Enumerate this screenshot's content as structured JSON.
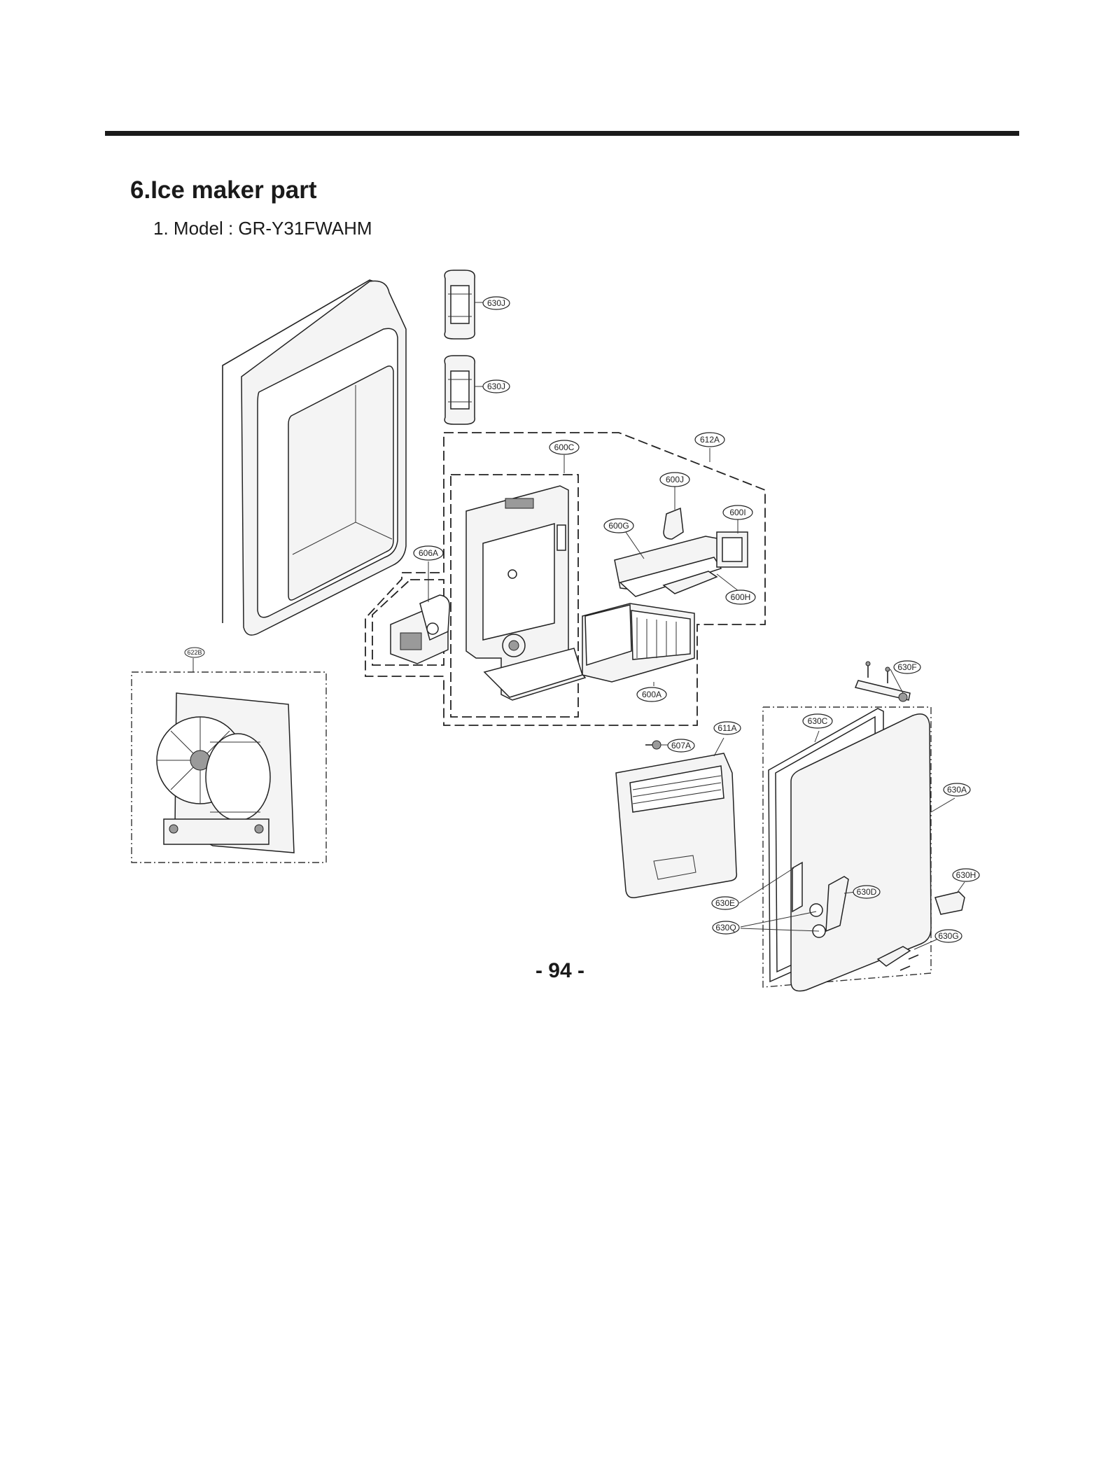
{
  "header": {
    "section_title": "6.Ice maker part",
    "model_line": "1. Model : GR-Y31FWAHM"
  },
  "callouts": {
    "c630J_top": "630J",
    "c630J_mid": "630J",
    "c612A": "612A",
    "c600C": "600C",
    "c600J": "600J",
    "c600I": "600I",
    "c600G": "600G",
    "c606A": "606A",
    "c600H": "600H",
    "c622B": "622B",
    "c600A": "600A",
    "c630F": "630F",
    "c630C": "630C",
    "c611A": "611A",
    "c607A": "607A",
    "c630A": "630A",
    "c630H": "630H",
    "c630D": "630D",
    "c630E": "630E",
    "c630Q": "630Q",
    "c630G": "630G"
  },
  "footer": {
    "page_number": "- 94 -"
  }
}
